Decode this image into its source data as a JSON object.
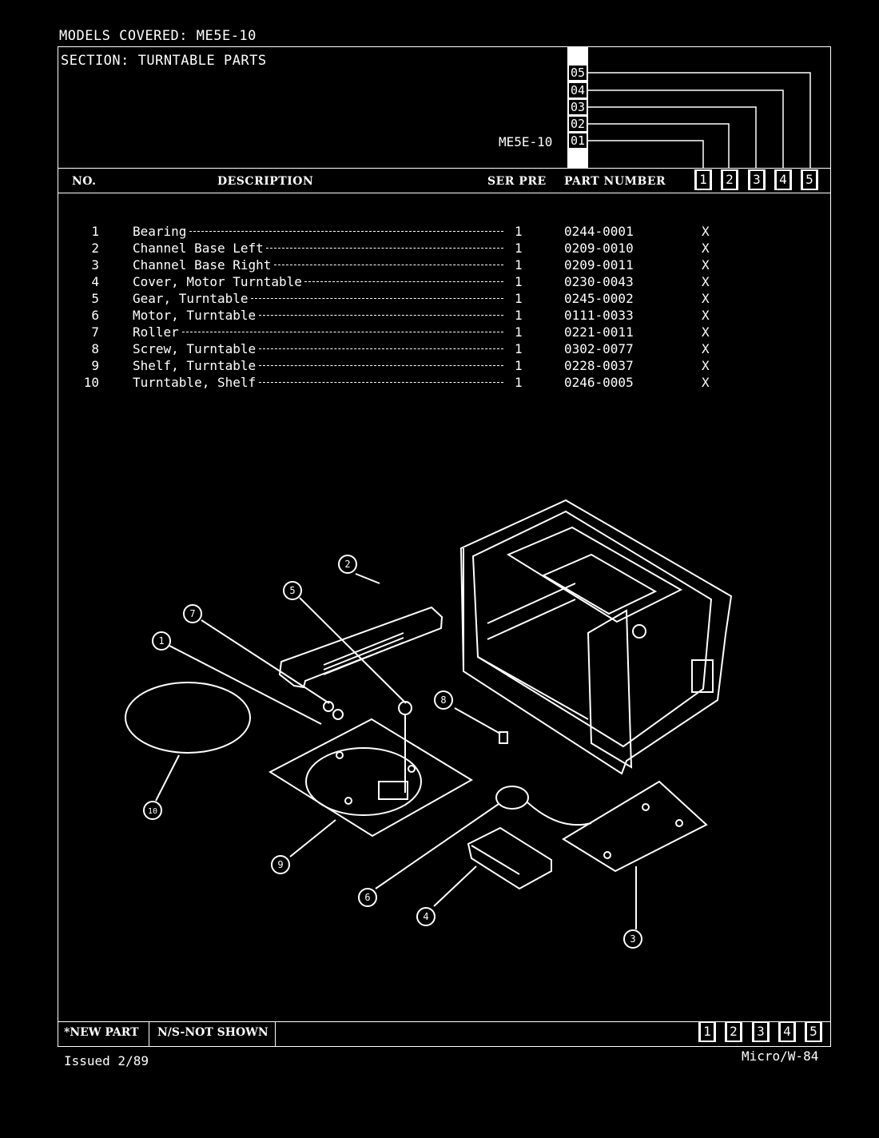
{
  "header": {
    "models_covered": "MODELS COVERED:  ME5E-10",
    "section": "SECTION:  TURNTABLE PARTS",
    "model_label": "ME5E-10",
    "codes": [
      "05",
      "04",
      "03",
      "02",
      "01"
    ]
  },
  "columns": {
    "no": "NO.",
    "description": "DESCRIPTION",
    "ser_pre": "SER PRE",
    "part_number": "PART NUMBER",
    "numbers": [
      "1",
      "2",
      "3",
      "4",
      "5"
    ]
  },
  "parts": [
    {
      "no": "1",
      "description": "Bearing",
      "qty": "1",
      "part_number": "0244-0001",
      "mark": "X"
    },
    {
      "no": "2",
      "description": "Channel Base Left",
      "qty": "1",
      "part_number": "0209-0010",
      "mark": "X"
    },
    {
      "no": "3",
      "description": "Channel Base Right",
      "qty": "1",
      "part_number": "0209-0011",
      "mark": "X"
    },
    {
      "no": "4",
      "description": "Cover, Motor Turntable",
      "qty": "1",
      "part_number": "0230-0043",
      "mark": "X"
    },
    {
      "no": "5",
      "description": "Gear, Turntable",
      "qty": "1",
      "part_number": "0245-0002",
      "mark": "X"
    },
    {
      "no": "6",
      "description": "Motor, Turntable",
      "qty": "1",
      "part_number": "0111-0033",
      "mark": "X"
    },
    {
      "no": "7",
      "description": "Roller",
      "qty": "1",
      "part_number": "0221-0011",
      "mark": "X"
    },
    {
      "no": "8",
      "description": "Screw, Turntable",
      "qty": "1",
      "part_number": "0302-0077",
      "mark": "X"
    },
    {
      "no": "9",
      "description": "Shelf, Turntable",
      "qty": "1",
      "part_number": "0228-0037",
      "mark": "X"
    },
    {
      "no": "10",
      "description": "Turntable, Shelf",
      "qty": "1",
      "part_number": "0246-0005",
      "mark": "X"
    }
  ],
  "diagram": {
    "callouts": [
      "1",
      "2",
      "3",
      "4",
      "5",
      "6",
      "7",
      "8",
      "9",
      "10"
    ]
  },
  "footer": {
    "new_part": "*NEW PART",
    "not_shown": "N/S-NOT SHOWN",
    "numbers": [
      "1",
      "2",
      "3",
      "4",
      "5"
    ],
    "issued": "Issued 2/89",
    "page_id": "Micro/W-84"
  }
}
